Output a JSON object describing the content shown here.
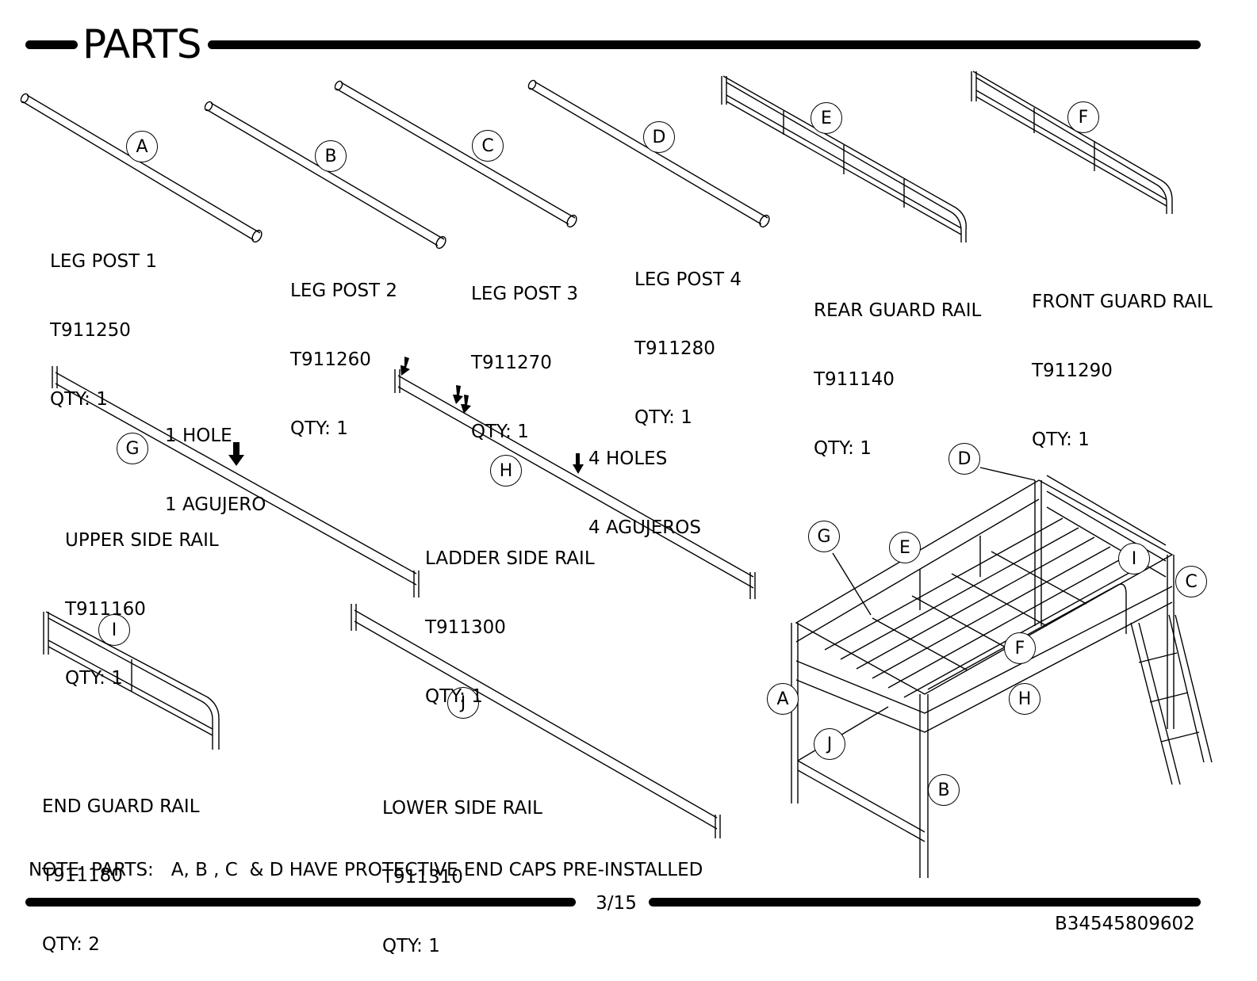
{
  "header": {
    "title": "PARTS"
  },
  "parts": [
    {
      "letter": "A",
      "name": "LEG POST 1",
      "code": "T911250",
      "qty": "QTY: 1"
    },
    {
      "letter": "B",
      "name": "LEG POST 2",
      "code": "T911260",
      "qty": "QTY: 1"
    },
    {
      "letter": "C",
      "name": "LEG POST 3",
      "code": "T911270",
      "qty": "QTY: 1"
    },
    {
      "letter": "D",
      "name": "LEG POST 4",
      "code": "T911280",
      "qty": "QTY: 1"
    },
    {
      "letter": "E",
      "name": "REAR GUARD RAIL",
      "code": "T911140",
      "qty": "QTY: 1"
    },
    {
      "letter": "F",
      "name": "FRONT GUARD RAIL",
      "code": "T911290",
      "qty": "QTY: 1"
    },
    {
      "letter": "G",
      "name": "UPPER SIDE RAIL",
      "code": "T911160",
      "qty": "QTY: 1"
    },
    {
      "letter": "H",
      "name": "LADDER SIDE RAIL",
      "code": "T911300",
      "qty": "QTY: 1"
    },
    {
      "letter": "I",
      "name": "END GUARD RAIL",
      "code": "T911180",
      "qty": "QTY: 2"
    },
    {
      "letter": "J",
      "name": "LOWER SIDE RAIL",
      "code": "T911310",
      "qty": "QTY: 1"
    }
  ],
  "hole_notes": {
    "upper": {
      "en": "1 HOLE",
      "es": "1 AGUJERO"
    },
    "ladder": {
      "en": "4 HOLES",
      "es": "4 AGUJEROS"
    }
  },
  "note": "NOTE: PARTS:   A, B , C  & D HAVE PROTECTIVE END CAPS PRE-INSTALLED",
  "footer": {
    "page": "3/15",
    "doc_number": "B34545809602"
  },
  "assembly_callouts": [
    "D",
    "G",
    "E",
    "I",
    "C",
    "F",
    "A",
    "H",
    "J",
    "B"
  ]
}
